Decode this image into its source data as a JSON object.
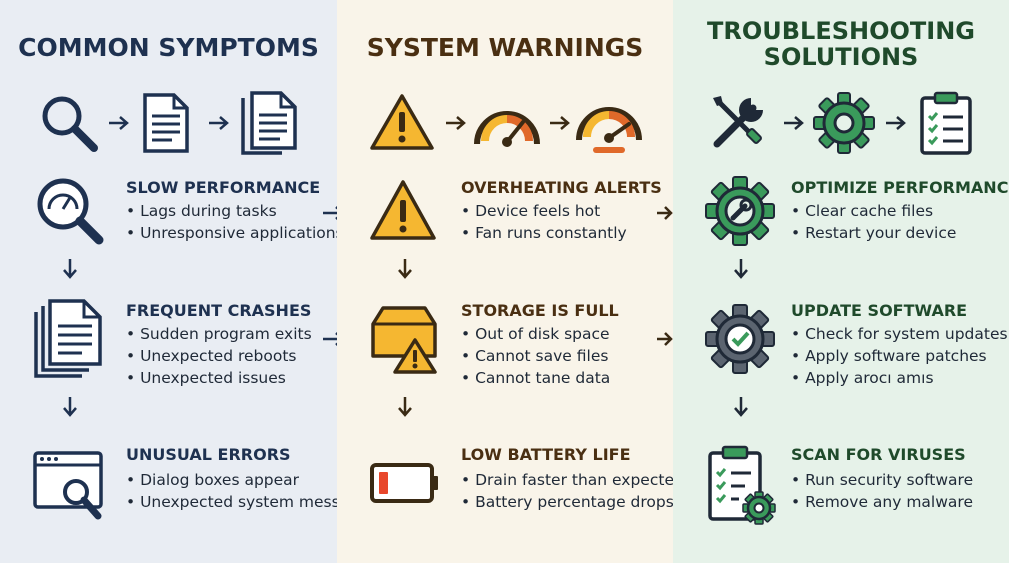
{
  "columns": [
    {
      "title_lines": [
        "COMMON SYMPTOMS"
      ],
      "items": [
        {
          "title": "SLOW PERFORMANCE",
          "bullets": [
            "Lags during tasks",
            "Unresponsive applications"
          ]
        },
        {
          "title": "FREQUENT CRASHES",
          "bullets": [
            "Sudden program exits",
            "Unexpected reboots",
            "Unexpected issues"
          ]
        },
        {
          "title": "UNUSUAL ERRORS",
          "bullets": [
            "Dialog boxes appear",
            "Unexpected system messages"
          ]
        }
      ]
    },
    {
      "title_lines": [
        "SYSTEM WARNINGS"
      ],
      "items": [
        {
          "title": "OVERHEATING ALERTS",
          "bullets": [
            "Device feels hot",
            "Fan runs constantly"
          ]
        },
        {
          "title": "STORAGE IS FULL",
          "bullets": [
            "Out of disk space",
            "Cannot save files",
            "Cannot tane data"
          ]
        },
        {
          "title": "LOW BATTERY LIFE",
          "bullets": [
            "Drain faster than expected",
            "Battery percentage drops quickly"
          ]
        }
      ]
    },
    {
      "title_lines": [
        "TROUBLESHOOTING",
        "SOLUTIONS"
      ],
      "items": [
        {
          "title": "OPTIMIZE PERFORMANCE",
          "bullets": [
            "Clear cache files",
            "Restart your device"
          ]
        },
        {
          "title": "UPDATE SOFTWARE",
          "bullets": [
            "Check for system updates",
            "Apply software patches",
            "Apply arocı amıs"
          ]
        },
        {
          "title": "SCAN FOR VIRUSES",
          "bullets": [
            "Run security software",
            "Remove any malware"
          ]
        }
      ]
    }
  ],
  "colors": {
    "navy": "#1e3150",
    "brown": "#4a2f12",
    "green_text": "#1f4a2b",
    "warning_yellow": "#f5b731",
    "gauge_orange": "#e0692a",
    "battery_red": "#e8472b",
    "gear_green": "#3a9a5b",
    "gear_gray": "#5b6470"
  },
  "icons": [
    "magnifier-icon",
    "document-icon",
    "documents-icon",
    "warning-icon",
    "gauge-icon",
    "wrench-screwdriver-icon",
    "gear-icon",
    "checklist-icon",
    "magnifier-gauge-icon",
    "stacked-documents-icon",
    "error-window-icon",
    "folder-warning-icon",
    "battery-low-icon",
    "gear-wrench-icon",
    "gear-check-icon",
    "checklist-gear-icon"
  ]
}
